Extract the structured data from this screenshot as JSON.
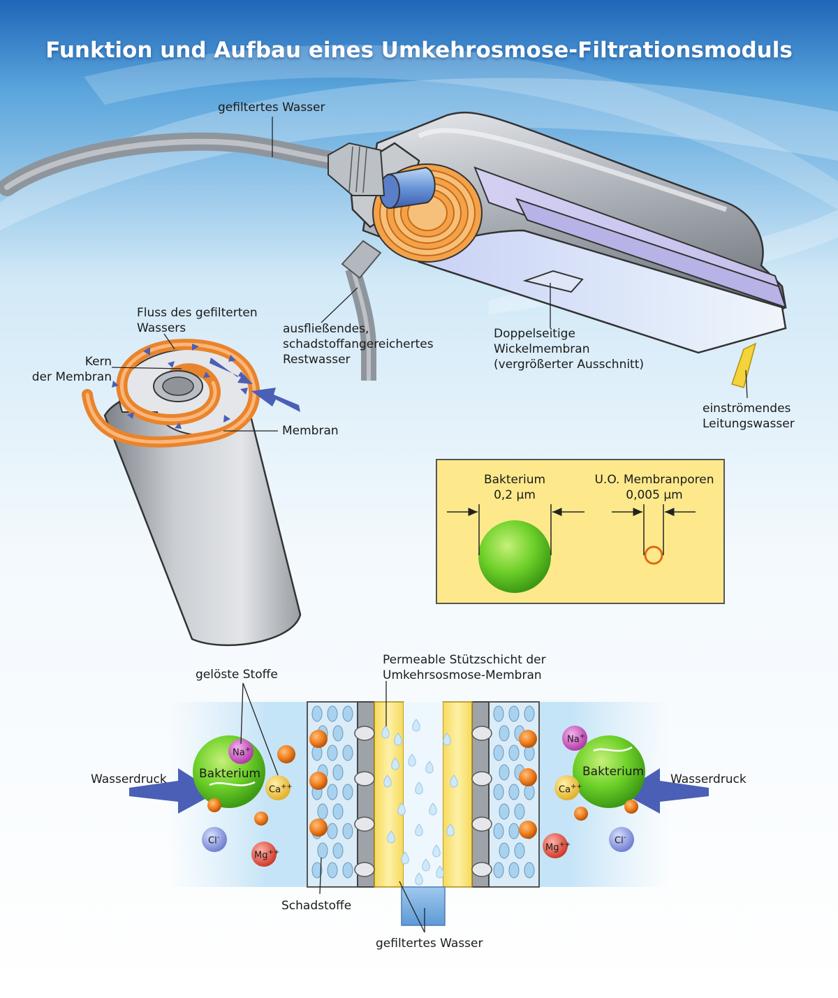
{
  "title": "Funktion und Aufbau eines Umkehrosmose-Filtrationsmoduls",
  "module_labels": {
    "filtered_water": "gefiltertes Wasser",
    "waste_water": [
      "ausfließendes,",
      "schadstoffangereichertes",
      "Restwasser"
    ],
    "membrane_cut": [
      "Doppelseitige",
      "Wickelmembran",
      "(vergrößerter Ausschnitt)"
    ],
    "inflow": [
      "einströmendes",
      "Leitungswasser"
    ]
  },
  "roll_labels": {
    "flow": [
      "Fluss des gefilterten",
      "Wassers"
    ],
    "core": [
      "Kern",
      "der Membran"
    ],
    "membrane": "Membran"
  },
  "size_comparison": {
    "bacterium_label": "Bakterium",
    "bacterium_size": "0,2 µm",
    "pore_label": "U.O. Membranporen",
    "pore_size": "0,005 µm"
  },
  "cross_section": {
    "dissolved": "gelöste Stoffe",
    "support_layer": [
      "Permeable Stützschicht der",
      "Umkehrsosmose-Membran"
    ],
    "pressure_left": "Wasserdruck",
    "pressure_right": "Wasserdruck",
    "bacterium_left": "Bakterium",
    "bacterium_right": "Bakterium",
    "pollutants": "Schadstoffe",
    "filtered": "gefiltertes Wasser",
    "ions": {
      "na": "Na",
      "na_charge": "+",
      "ca": "Ca",
      "ca_charge": "++",
      "cl": "Cl",
      "cl_charge": "-",
      "mg": "Mg",
      "mg_charge": "++"
    }
  },
  "colors": {
    "sky_top": "#2a73c2",
    "sky_light": "#e7f3fb",
    "orange": "#e8842c",
    "flow_arrow": "#4a5fb5",
    "yellow_box": "#fde98c",
    "green": "#5cc420"
  }
}
